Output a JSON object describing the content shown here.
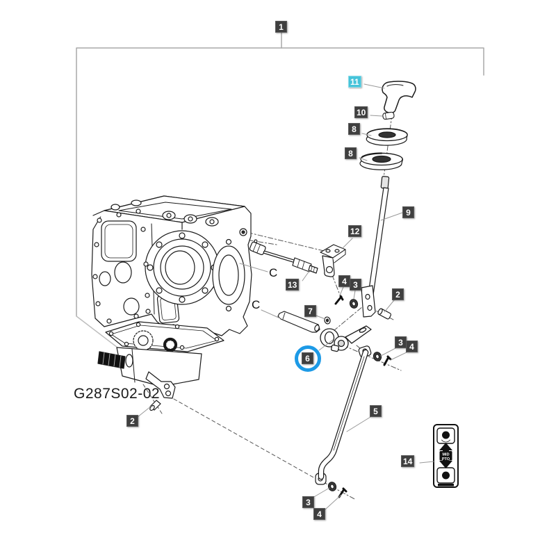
{
  "diagram": {
    "figure_code": "G287S02-02",
    "badges": {
      "b1": "1",
      "b11": "11",
      "b10": "10",
      "b8a": "8",
      "b8b": "8",
      "b9": "9",
      "b12": "12",
      "b13": "13",
      "b4mid": "4",
      "b3mid": "3",
      "b2right": "2",
      "b7": "7",
      "b6": "6",
      "b3right": "3",
      "b4right": "4",
      "b5": "5",
      "b14": "14",
      "b2left": "2",
      "b3bottom": "3",
      "b4bottom": "4"
    },
    "letters": {
      "c1": "C",
      "c2": "C"
    },
    "decal": {
      "line1": "MID",
      "line2": "PTO"
    },
    "colors": {
      "badge_bg": "#3f3f3f",
      "badge_text": "#ffffff",
      "highlight_badge_bg": "#46c3d9",
      "highlight_ring": "#1d9ae6",
      "drawing_line": "#1a1a1a",
      "frame_line": "#a8a8a8"
    }
  }
}
